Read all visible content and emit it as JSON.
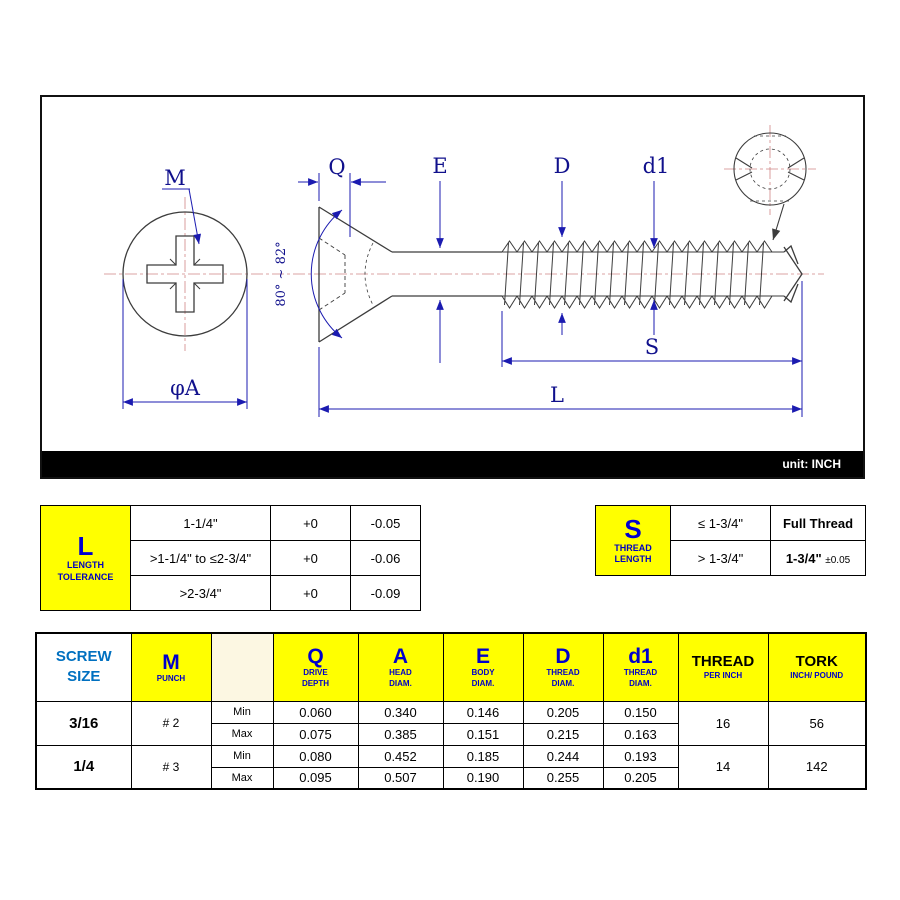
{
  "unit_label": "unit: INCH",
  "drawing": {
    "labels": {
      "m": "M",
      "q": "Q",
      "e": "E",
      "d": "D",
      "d1": "d1",
      "s": "S",
      "l": "L",
      "phi_a": "φA",
      "angle": "80° ~ 82°"
    }
  },
  "l_table": {
    "letter": "L",
    "caption_line1": "LENGTH",
    "caption_line2": "TOLERANCE",
    "rows": [
      {
        "range": "1-1/4\"",
        "upper": "+0",
        "lower": "-0.05"
      },
      {
        "range": ">1-1/4\" to ≤2-3/4\"",
        "upper": "+0",
        "lower": "-0.06"
      },
      {
        "range": ">2-3/4\"",
        "upper": "+0",
        "lower": "-0.09"
      }
    ]
  },
  "s_table": {
    "letter": "S",
    "caption_line1": "THREAD",
    "caption_line2": "LENGTH",
    "rows": [
      {
        "range": "≤ 1-3/4\"",
        "value": "Full Thread",
        "tolerance": ""
      },
      {
        "range": "> 1-3/4\"",
        "value": "1-3/4\"",
        "tolerance": "±0.05"
      }
    ]
  },
  "main_table": {
    "headers": {
      "screw_size_line1": "SCREW",
      "screw_size_line2": "SIZE",
      "m_letter": "M",
      "m_caption": "PUNCH",
      "q_letter": "Q",
      "q_caption1": "DRIVE",
      "q_caption2": "DEPTH",
      "a_letter": "A",
      "a_caption1": "HEAD",
      "a_caption2": "DIAM.",
      "e_letter": "E",
      "e_caption1": "BODY",
      "e_caption2": "DIAM.",
      "d_letter": "D",
      "d_caption1": "THREAD",
      "d_caption2": "DIAM.",
      "d1_letter": "d1",
      "d1_caption1": "THREAD",
      "d1_caption2": "DIAM.",
      "thread_label": "THREAD",
      "thread_caption": "PER INCH",
      "tork_label": "TORK",
      "tork_caption": "INCH/ POUND"
    },
    "groups": [
      {
        "size": "3/16",
        "punch": "# 2",
        "min_label": "Min",
        "max_label": "Max",
        "min": {
          "q": "0.060",
          "a": "0.340",
          "e": "0.146",
          "d": "0.205",
          "d1": "0.150"
        },
        "max": {
          "q": "0.075",
          "a": "0.385",
          "e": "0.151",
          "d": "0.215",
          "d1": "0.163"
        },
        "thread_per_inch": "16",
        "tork": "56"
      },
      {
        "size": "1/4",
        "punch": "# 3",
        "min_label": "Min",
        "max_label": "Max",
        "min": {
          "q": "0.080",
          "a": "0.452",
          "e": "0.185",
          "d": "0.244",
          "d1": "0.193"
        },
        "max": {
          "q": "0.095",
          "a": "0.507",
          "e": "0.190",
          "d": "0.255",
          "d1": "0.205"
        },
        "thread_per_inch": "14",
        "tork": "142"
      }
    ]
  }
}
